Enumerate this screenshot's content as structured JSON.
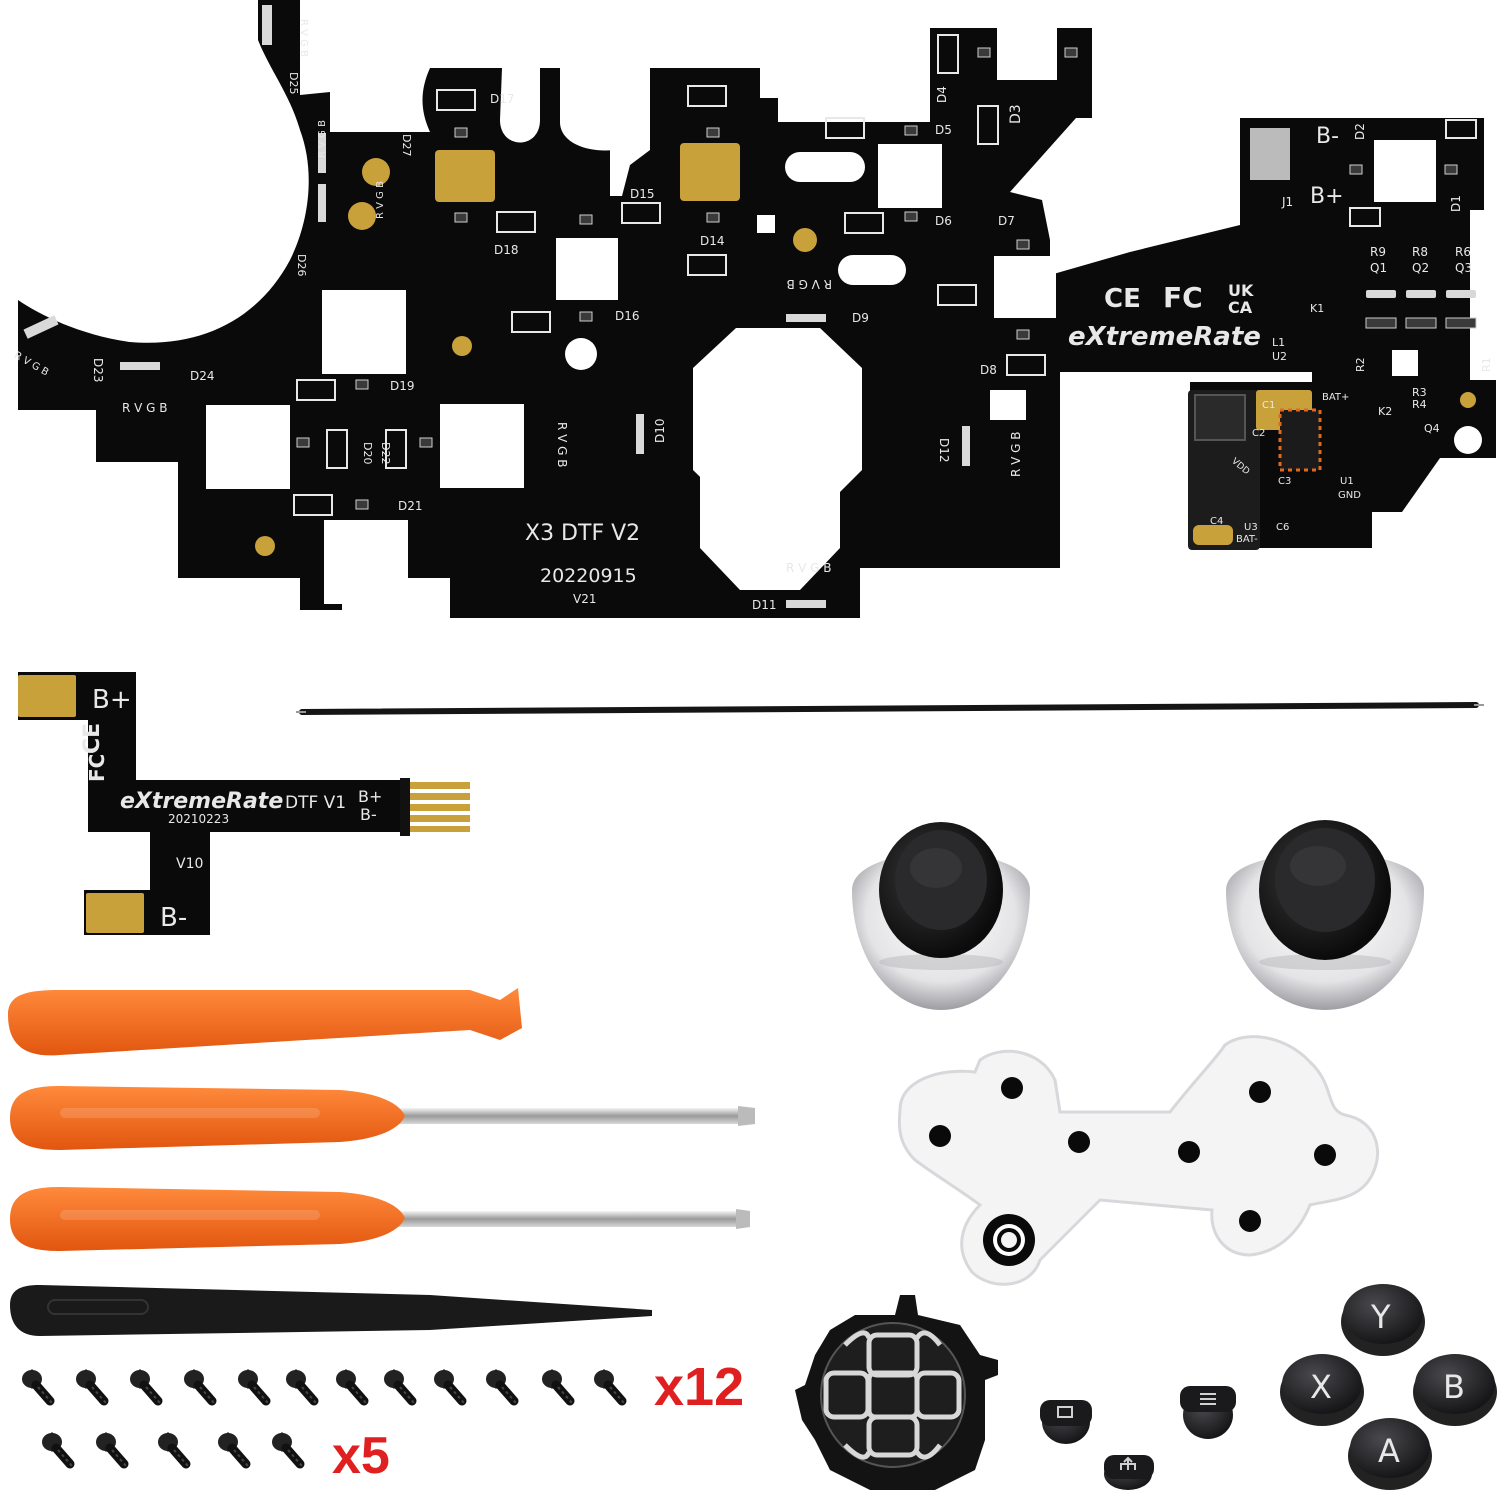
{
  "main_pcb": {
    "board_name": "X3 DTF V2",
    "date_code": "20220915",
    "version": "V21",
    "brand": "eXtremeRate",
    "certs": {
      "ce": "CE",
      "fc": "FC",
      "uk": "UK",
      "ca": "CA"
    },
    "connector_pin_label": "R V G B",
    "power_labels": {
      "plus": "B+",
      "minus": "B-"
    },
    "leds": [
      "D1",
      "D2",
      "D3",
      "D4",
      "D5",
      "D6",
      "D7",
      "D8",
      "D9",
      "D10",
      "D11",
      "D12",
      "D14",
      "D15",
      "D16",
      "D17",
      "D18",
      "D19",
      "D20",
      "D21",
      "D22",
      "D23",
      "D24",
      "D25",
      "D26",
      "D27"
    ],
    "components": [
      "J1",
      "R9",
      "R8",
      "R6",
      "Q1",
      "Q2",
      "Q3",
      "K1",
      "L1",
      "U2",
      "R2",
      "R1",
      "R3",
      "R4",
      "K2",
      "Q4",
      "BAT+",
      "C1",
      "C2",
      "C3",
      "U1",
      "GND",
      "C4",
      "U3",
      "C6",
      "BAT-",
      "VDD"
    ]
  },
  "small_pcb": {
    "brand": "eXtremeRate",
    "board_name": "DTF V1",
    "date_code": "20210223",
    "version": "V10",
    "plus": "B+",
    "minus": "B-",
    "certs": {
      "ce": "CE",
      "fc": "FC"
    },
    "side_plus": "B+",
    "side_minus": "B-"
  },
  "buttons": {
    "y": "Y",
    "x": "X",
    "b": "B",
    "a": "A"
  },
  "screws": {
    "row1_count": "x12",
    "row2_count": "x5"
  },
  "colors": {
    "pcb": "#0a0a0a",
    "orange": "#f36a1d",
    "silk": "#e8e8e8",
    "qty_red": "#e02020",
    "gold": "#c9a13a"
  }
}
